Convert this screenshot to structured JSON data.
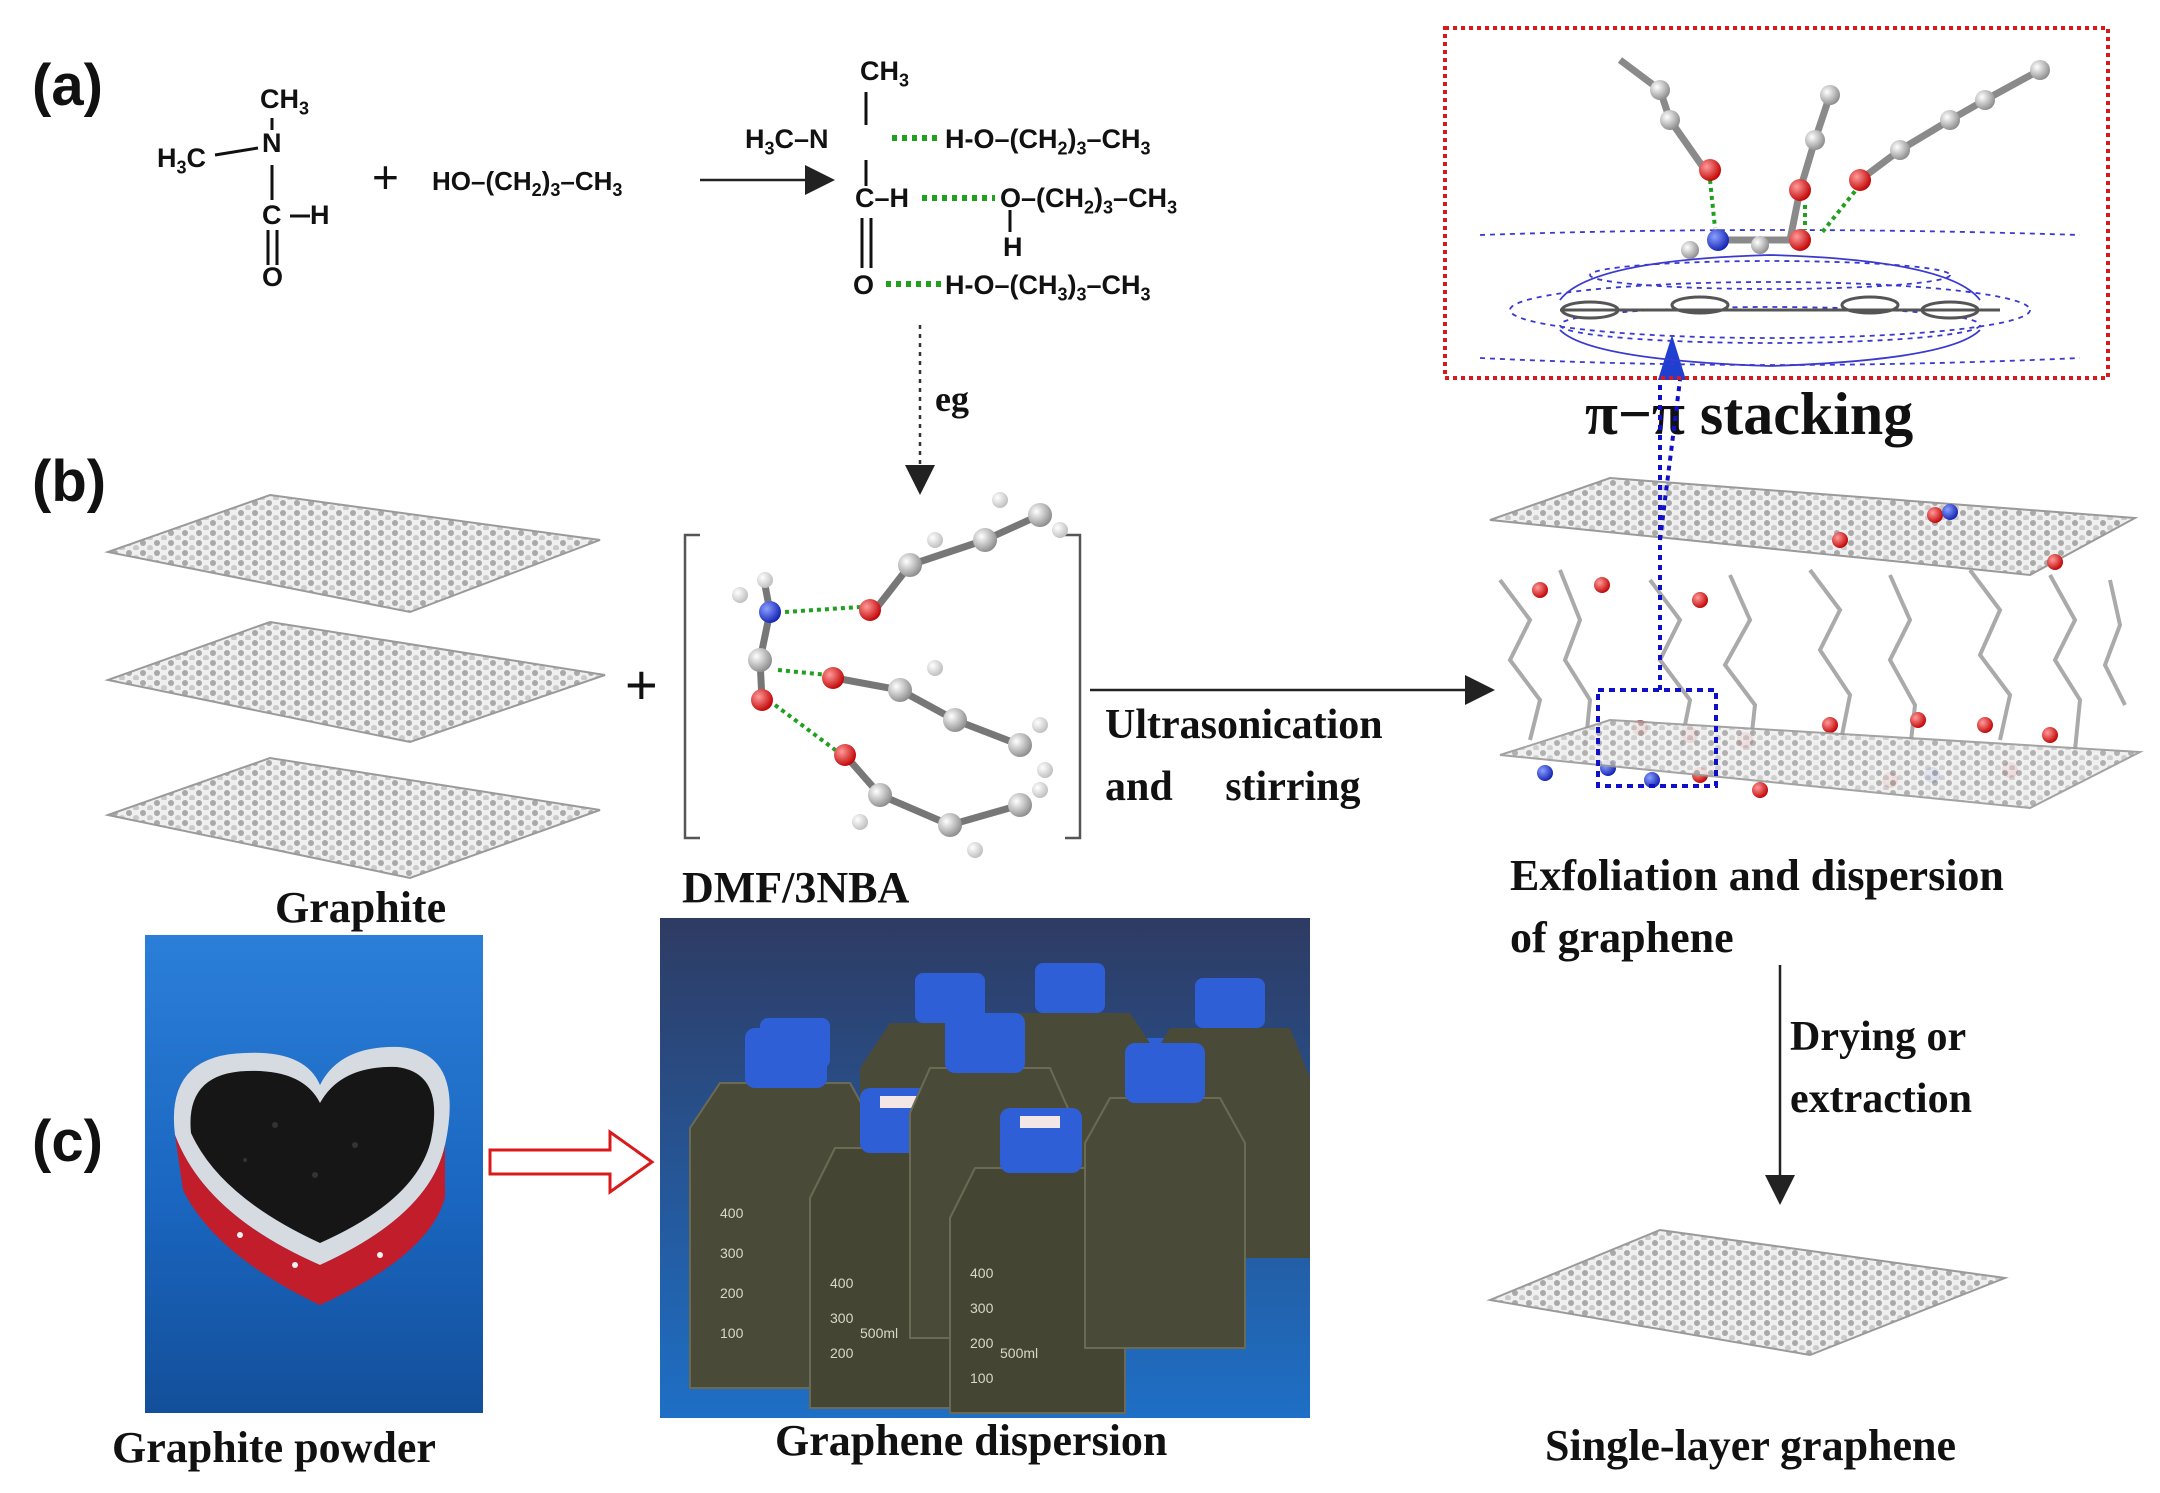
{
  "panels": {
    "a": "(a)",
    "b": "(b)",
    "c": "(c)"
  },
  "scheme_a": {
    "dmf": {
      "ch3_top": "CH3",
      "n": "N",
      "h3c": "H3C",
      "c": "C",
      "h": "H",
      "o": "O"
    },
    "plus": "+",
    "butanol": "HO(CH2)3CH3",
    "complex": {
      "row1": "H3C–N····H-O(CH2)3CH3",
      "row2": "C–H····O(CH2)3CH3",
      "row3": "O····H-O(CH3)3CH3",
      "ch3": "CH3",
      "h_under_o": "H"
    },
    "eg_label": "eg"
  },
  "scheme_b": {
    "plus": "+",
    "graphite_label": "Graphite",
    "solvent_label": "DMF/3NBA",
    "process_line1": "Ultrasonication",
    "process_line2": "and     stirring",
    "stacking_label": "π−π stacking",
    "exfoliation_line1": "Exfoliation and dispersion",
    "exfoliation_line2": "of graphene",
    "drying_line1": "Drying or",
    "drying_line2": "extraction",
    "single_layer_label": "Single-layer graphene"
  },
  "scheme_c": {
    "powder_label": "Graphite powder",
    "dispersion_label": "Graphene dispersion",
    "bottle_marks": [
      "400",
      "300",
      "200",
      "100",
      "500ml"
    ]
  },
  "colors": {
    "carbon": "#b9b9b9",
    "oxygen": "#e01818",
    "nitrogen": "#1f3fd0",
    "hbond": "#1fa01f",
    "highlight_box": "#d81a1a",
    "selection_box": "#1010c8",
    "photo_bg": "#1e6fc6",
    "cap_blue": "#2f5fd6",
    "liquid": "#4a4a38"
  }
}
